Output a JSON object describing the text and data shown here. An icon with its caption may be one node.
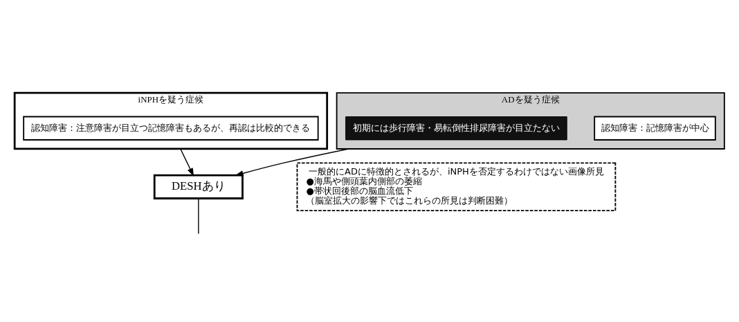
{
  "diagram": {
    "nodes": [
      {
        "text": [
          "iNPHを疑う症候"
        ]
      },
      {
        "text": [
          "認知障害：注意障害が目立つ記憶障害もあるが、再認は比較的できる"
        ],
        "in": 0
      },
      {
        "text": [
          "ADを疑う症候"
        ]
      },
      {
        "text": [
          "認知障害：記憶障害が中心"
        ],
        "in": 2
      },
      {
        "text": [
          "初期には歩行障害・易転倒性排尿障害が目立たない"
        ],
        "in": 2
      },
      {
        "text": [
          "DESHあり"
        ]
      },
      {
        "text": [
          "一般的にADに特徴的とされるが、iNPHを否定するわけではない画像所見",
          "●海馬や側頭葉内側部の萎縮",
          "●帯状回後部の脳血流低下",
          "（脳室拡大の影響下ではこれらの所見は判断困難）"
        ]
      }
    ],
    "edges": [
      {
        "from": 0,
        "to": 5,
        "arrow": "to"
      },
      {
        "from": 2,
        "to": 5,
        "arrow": "to"
      },
      {
        "from": 5,
        "to": null,
        "arrow": "none"
      }
    ]
  }
}
